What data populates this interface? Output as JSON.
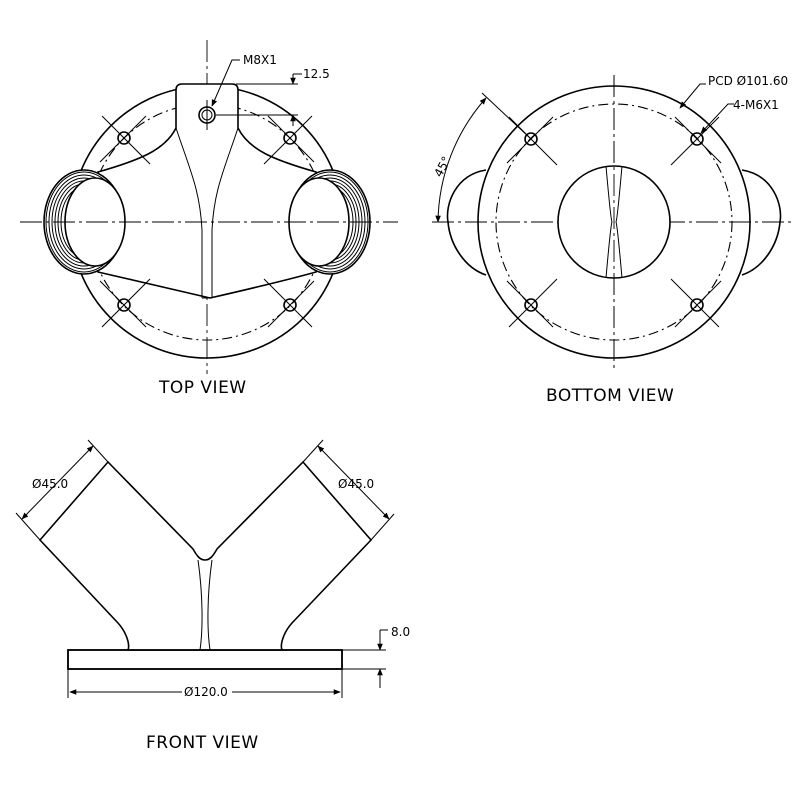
{
  "views": {
    "top": "TOP VIEW",
    "bottom": "BOTTOM VIEW",
    "front": "FRONT VIEW"
  },
  "dimensions": {
    "top_thread": "M8X1",
    "top_offset": "12.5",
    "pcd": "PCD Ø101.60",
    "holes": "4-M6X1",
    "angle": "45°",
    "left_pipe": "Ø45.0",
    "right_pipe": "Ø45.0",
    "base_thickness": "8.0",
    "base_diameter": "Ø120.0"
  }
}
